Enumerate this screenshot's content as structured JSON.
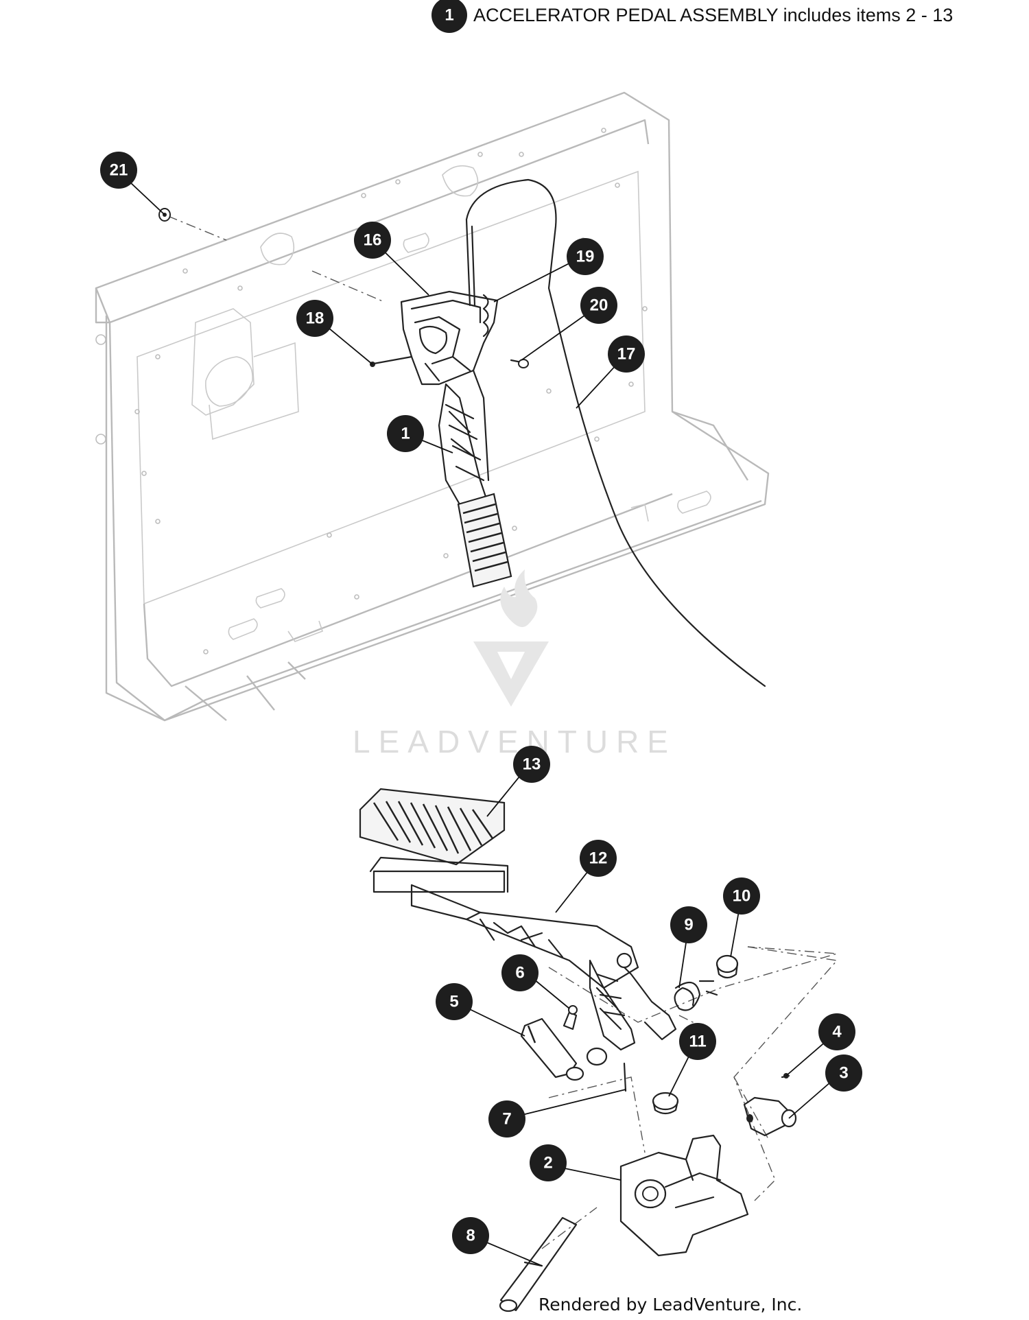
{
  "legend": {
    "number": "1",
    "text": "ACCELERATOR PEDAL ASSEMBLY includes items 2 - 13"
  },
  "callouts": [
    {
      "id": "21",
      "label": "21"
    },
    {
      "id": "16",
      "label": "16"
    },
    {
      "id": "19",
      "label": "19"
    },
    {
      "id": "18",
      "label": "18"
    },
    {
      "id": "20",
      "label": "20"
    },
    {
      "id": "17",
      "label": "17"
    },
    {
      "id": "1",
      "label": "1"
    },
    {
      "id": "13",
      "label": "13"
    },
    {
      "id": "12",
      "label": "12"
    },
    {
      "id": "10",
      "label": "10"
    },
    {
      "id": "9",
      "label": "9"
    },
    {
      "id": "6",
      "label": "6"
    },
    {
      "id": "5",
      "label": "5"
    },
    {
      "id": "11",
      "label": "11"
    },
    {
      "id": "4",
      "label": "4"
    },
    {
      "id": "3",
      "label": "3"
    },
    {
      "id": "7",
      "label": "7"
    },
    {
      "id": "2",
      "label": "2"
    },
    {
      "id": "8",
      "label": "8"
    }
  ],
  "watermark": {
    "text": "LEADVENTURE"
  },
  "credit": {
    "text": "Rendered by LeadVenture, Inc."
  },
  "icons": {
    "watermark_logo": "leadventure-flame-logo-icon"
  }
}
